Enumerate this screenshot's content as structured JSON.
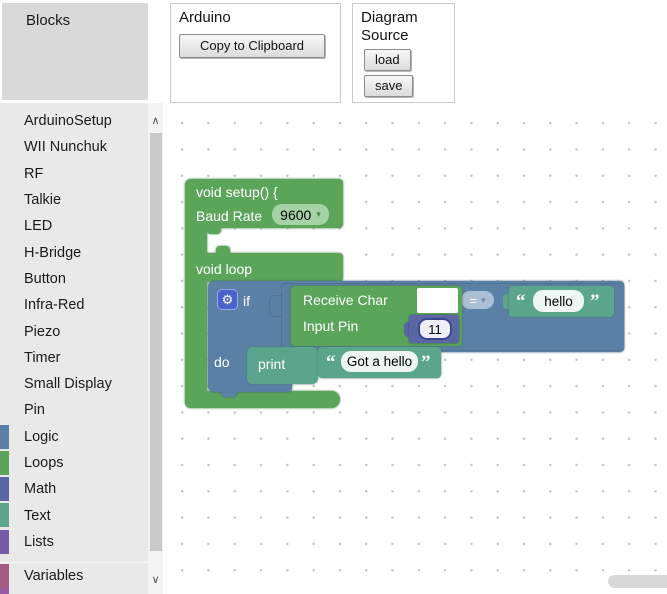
{
  "panels": {
    "blocks": {
      "title": "Blocks"
    },
    "arduino": {
      "title": "Arduino",
      "copy_button": "Copy to Clipboard"
    },
    "diagram": {
      "title_line1": "Diagram",
      "title_line2": "Source",
      "load_button": "load",
      "save_button": "save"
    }
  },
  "sidebar": {
    "items": [
      {
        "label": "ArduinoSetup"
      },
      {
        "label": "WII Nunchuk"
      },
      {
        "label": "RF"
      },
      {
        "label": "Talkie"
      },
      {
        "label": "LED"
      },
      {
        "label": "H-Bridge"
      },
      {
        "label": "Button"
      },
      {
        "label": "Infra-Red"
      },
      {
        "label": "Piezo"
      },
      {
        "label": "Timer"
      },
      {
        "label": "Small Display"
      },
      {
        "label": "Pin"
      },
      {
        "label": "Logic",
        "color": "#5b80a5"
      },
      {
        "label": "Loops",
        "color": "#5ba55b"
      },
      {
        "label": "Math",
        "color": "#5b67a5"
      },
      {
        "label": "Text",
        "color": "#5ba58c"
      },
      {
        "label": "Lists",
        "color": "#745ba5"
      },
      {
        "label": "Variables",
        "color": "#a55b80"
      }
    ],
    "next_category_color": "#995ba5"
  },
  "workspace": {
    "setup_block": {
      "line1": "void setup() {",
      "baud_label": "Baud Rate",
      "baud_value": "9600",
      "loop_label": "void loop"
    },
    "if_block": {
      "if_label": "if",
      "do_label": "do"
    },
    "compare_block": {
      "operator": "="
    },
    "receive_block": {
      "line1": "Receive Char",
      "line2": "Input Pin",
      "char_field": "",
      "pin_value": "11"
    },
    "hello_string": {
      "open_quote": "“",
      "value": "hello",
      "close_quote": "”"
    },
    "print_block": {
      "label": "print"
    },
    "got_string": {
      "open_quote": "“",
      "value": "Got a hello",
      "close_quote": "”"
    }
  },
  "icons": {
    "gear": "⚙",
    "dropdown_arrow": "▾",
    "scroll_up": "∧",
    "scroll_down": "∨"
  },
  "colors": {
    "setup_block": "#5ba55b",
    "logic_block": "#5b80a5",
    "math_block": "#5b67a5",
    "text_block": "#5ba58c",
    "canvas_dot": "#c6c6c6",
    "flyout_bg": "#e9e9e9",
    "header_bg": "#d9d9d9"
  }
}
